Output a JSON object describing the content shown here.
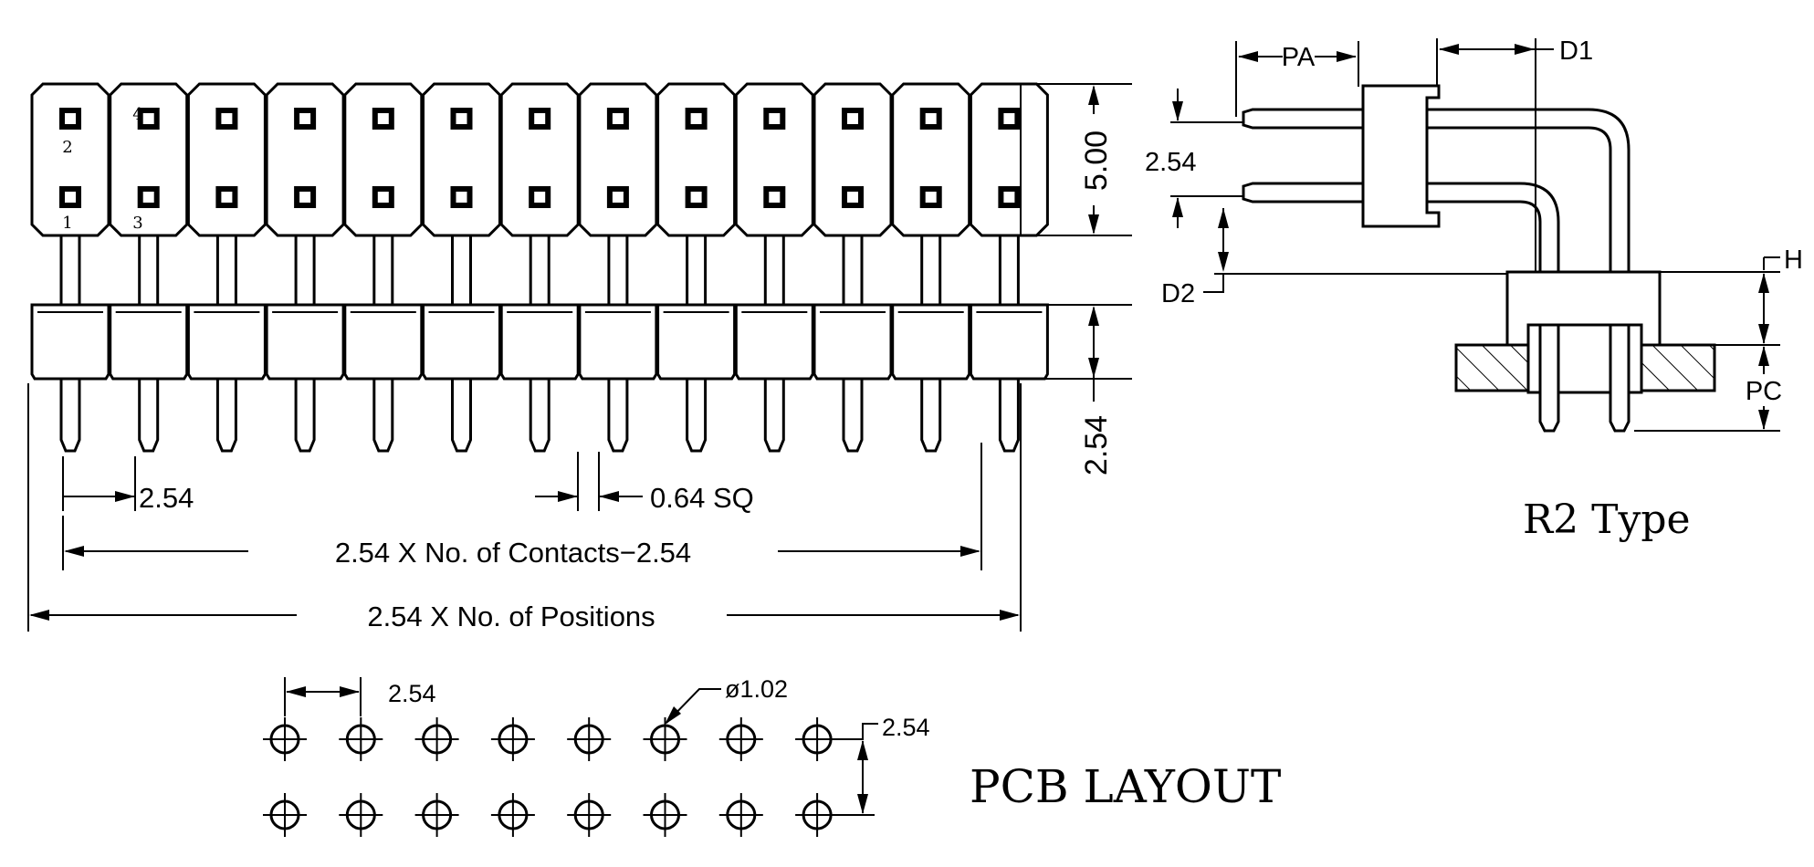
{
  "front_view": {
    "pin_numbers": {
      "top_left": "2",
      "top_second": "4",
      "bottom_left": "1",
      "bottom_second": "3"
    },
    "dims": {
      "height_top": "5.00",
      "height_bottom": "2.54",
      "pitch": "2.54",
      "pin_size": "0.64 SQ",
      "contacts_span": "2.54 X No. of Contacts−2.54",
      "positions_span": "2.54 X No. of Positions"
    }
  },
  "side_view": {
    "labels": {
      "pa": "PA",
      "d1": "D1",
      "row_pitch": "2.54",
      "d2": "D2",
      "h": "H",
      "pc": "PC"
    },
    "caption": "R2 Type"
  },
  "pcb_layout": {
    "pitch_x": "2.54",
    "hole_dia": "ø1.02",
    "pitch_y": "2.54",
    "caption": "PCB LAYOUT"
  }
}
